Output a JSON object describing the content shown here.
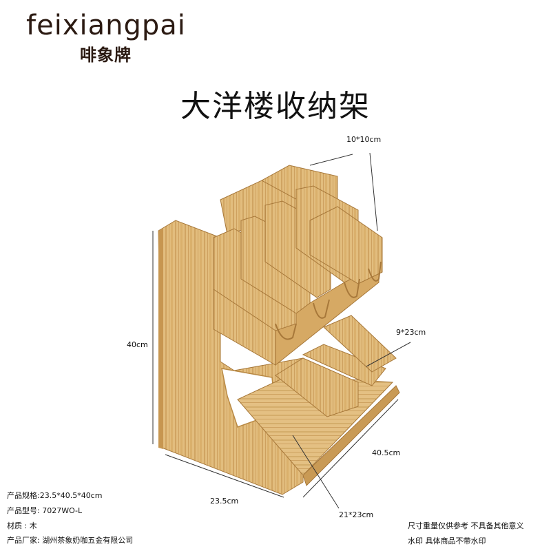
{
  "brand": {
    "latin": "feixiangpai",
    "chinese": "啡象牌"
  },
  "title": "大洋楼收纳架",
  "dimensions": {
    "top_cup": "10*10cm",
    "height": "40cm",
    "upper_slot": "9*23cm",
    "depth": "40.5cm",
    "width": "23.5cm",
    "bottom_slot": "21*23cm"
  },
  "specs": {
    "size": "产品规格:23.5*40.5*40cm",
    "model": "产品型号:  7027WO-L",
    "material": "材质 : 木",
    "maker": "产品厂家:  湖州茶象奶咖五金有限公司"
  },
  "notes": {
    "line1": "尺寸重量仅供参考 不具备其他意义",
    "line2": "水印 具体商品不带水印"
  },
  "colors": {
    "wood_light": "#e6c488",
    "wood_mid": "#d4a862",
    "wood_dark": "#b98a45",
    "brand": "#2b1a12"
  }
}
